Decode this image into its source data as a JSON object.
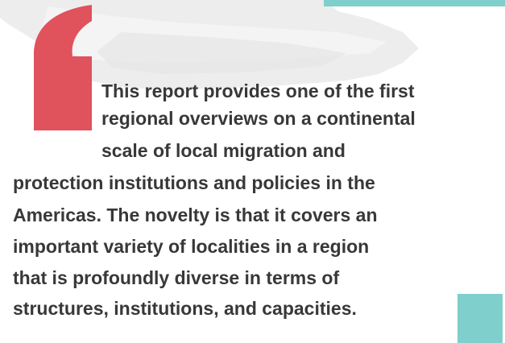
{
  "quote": {
    "lines": [
      "This report provides one of the first",
      "regional overviews on a continental",
      "scale of local migration and",
      "protection institutions and policies in the",
      "Americas. The novelty is that it covers an",
      "important variety of localities in a region",
      "that is profoundly diverse in terms of",
      "structures, institutions,  and capacities."
    ]
  },
  "colors": {
    "quote_mark": "#e0525c",
    "teal_accent": "#7fcfcd",
    "text": "#383838",
    "paper": "#ededed"
  },
  "icons": {
    "quote_mark": "opening-quote-icon"
  }
}
